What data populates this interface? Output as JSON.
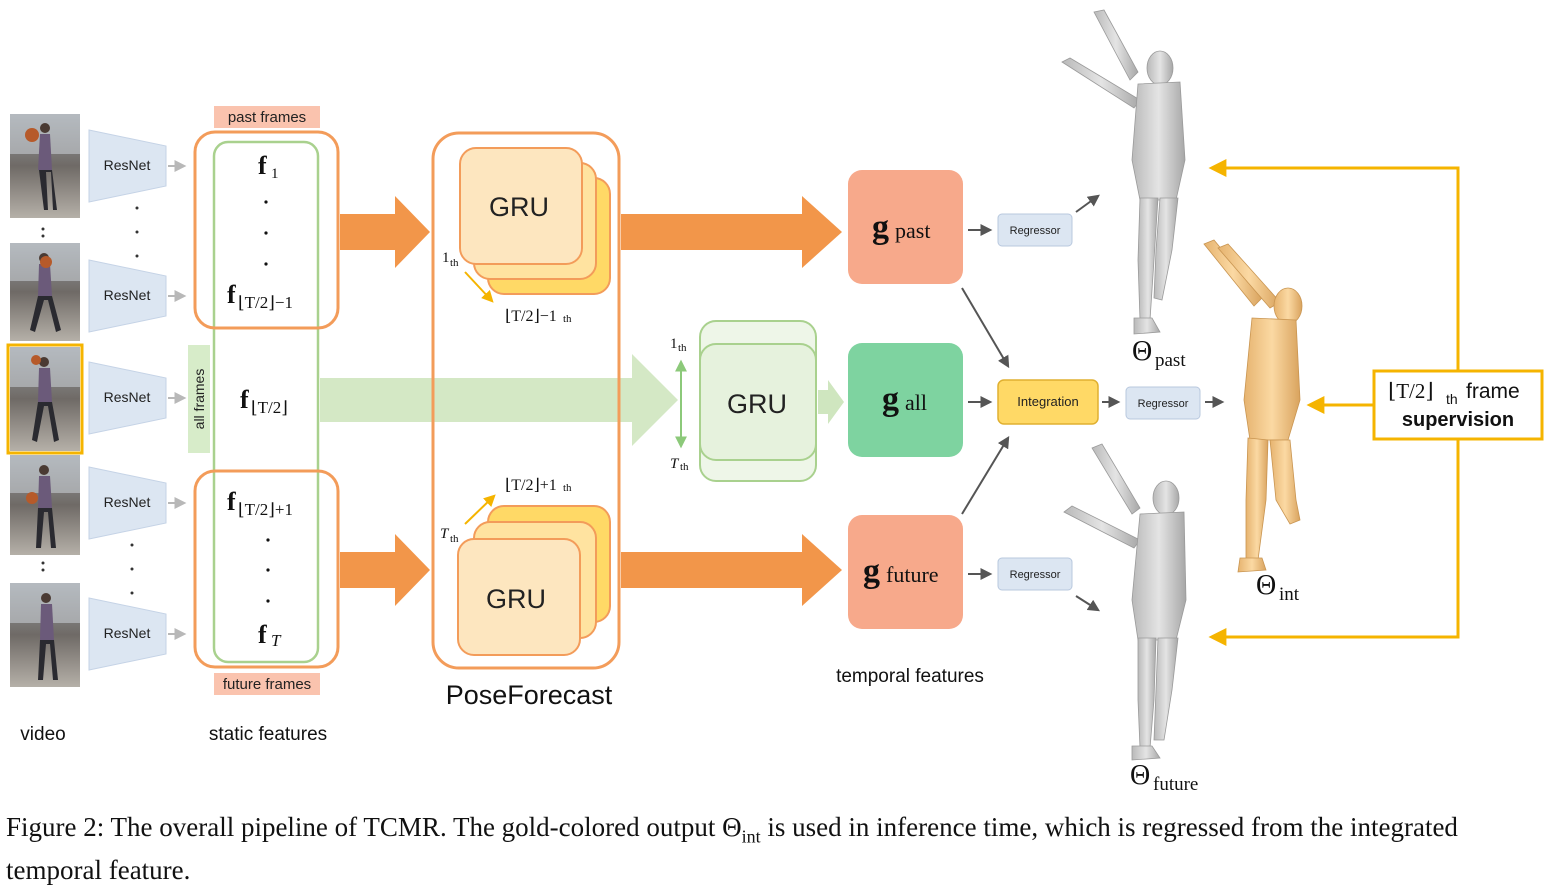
{
  "labels": {
    "past_frames": "past frames",
    "future_frames": "future frames",
    "all_frames": "all frames",
    "resnet": "ResNet",
    "gru": "GRU",
    "regressor": "Regressor",
    "integration": "Integration",
    "video": "video",
    "static_features": "static features",
    "poseforecast": "PoseForecast",
    "temporal_features": "temporal features"
  },
  "static_feature_labels": {
    "f1_main": "f",
    "f1_sub": "1",
    "f_mid_past_sub": "⌊T/2⌋−1",
    "f_center_sub": "⌊T/2⌋",
    "f_mid_future_sub": "⌊T/2⌋+1",
    "fT_sub": "T"
  },
  "gru_order_labels": {
    "past_start": "1",
    "past_start_sup": "th",
    "past_end": "⌊T/2⌋−1",
    "past_end_sup": "th",
    "future_start": "T",
    "future_start_sup": "th",
    "future_end": "⌊T/2⌋+1",
    "future_end_sup": "th",
    "all_top": "1",
    "all_top_sup": "th",
    "all_bottom": "T",
    "all_bottom_sup": "th"
  },
  "temporal_feature_labels": {
    "g": "g",
    "past": "past",
    "all": "all",
    "future": "future"
  },
  "output_labels": {
    "theta": "Θ",
    "past": "past",
    "int": "int",
    "future": "future"
  },
  "supervision": {
    "frame_prefix": "⌊T/2⌋",
    "frame_sub": "th",
    "frame_word": "frame",
    "word": "supervision"
  },
  "caption": {
    "part1": "Figure 2: The overall pipeline of TCMR. The gold-colored output Θ",
    "sub": "int",
    "part2": " is used in inference time, which is regressed from the integrated temporal feature."
  },
  "colors": {
    "orange_arrow": "#f2964a",
    "orange_border": "#f39c5a",
    "green_border": "#a9d18e",
    "gold": "#f5b400",
    "resnet_fill": "#dce6f2",
    "g_past_fill": "#f7a98b",
    "g_all_fill": "#7ed3a0",
    "integration_fill": "#ffd966",
    "gru_fill": "#fde6bf",
    "gru_back_fill": "#ffd966",
    "gru_green_fill": "#e6f2dd"
  },
  "icons": [
    "video-frame-thumbnail",
    "human-mesh-figure",
    "arrow"
  ]
}
